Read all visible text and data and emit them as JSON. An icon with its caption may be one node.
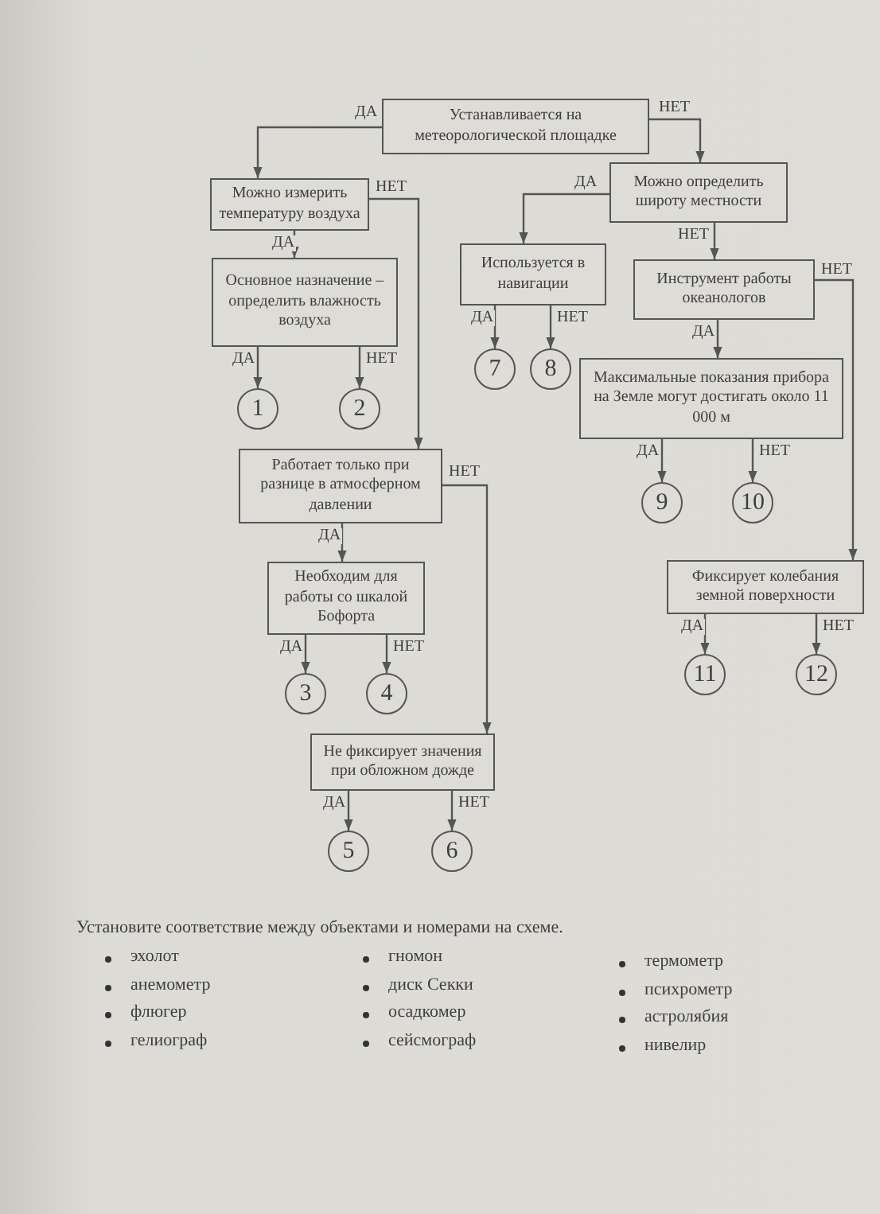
{
  "diagram": {
    "nodes": [
      {
        "text": [
          "Устанавливается на метеорологической площадке"
        ]
      },
      {
        "text": [
          "Можно измерить температуру воздуха"
        ]
      },
      {
        "text": [
          "Основное назначение – определить влажность воздуха"
        ]
      },
      {
        "text": [
          "1"
        ]
      },
      {
        "text": [
          "2"
        ]
      },
      {
        "text": [
          "Работает только при разнице в атмосферном давлении"
        ]
      },
      {
        "text": [
          "Необходим для работы со шкалой Бофорта"
        ]
      },
      {
        "text": [
          "3"
        ]
      },
      {
        "text": [
          "4"
        ]
      },
      {
        "text": [
          "Не фиксирует значения при обложном дожде"
        ]
      },
      {
        "text": [
          "5"
        ]
      },
      {
        "text": [
          "6"
        ]
      },
      {
        "text": [
          "Можно определить широту местности"
        ]
      },
      {
        "text": [
          "Используется в навигации"
        ]
      },
      {
        "text": [
          "7"
        ]
      },
      {
        "text": [
          "8"
        ]
      },
      {
        "text": [
          "Инструмент работы океанологов"
        ]
      },
      {
        "text": [
          "Максимальные показания прибора на Земле могут достигать около 11 000 м"
        ]
      },
      {
        "text": [
          "9"
        ]
      },
      {
        "text": [
          "10"
        ]
      },
      {
        "text": [
          "Фиксирует колебания земной поверхности"
        ]
      },
      {
        "text": [
          "11"
        ]
      },
      {
        "text": [
          "12"
        ]
      }
    ],
    "edges": [
      {
        "from": 0,
        "to": 1,
        "arrow": "to",
        "label": "ДА"
      },
      {
        "from": 0,
        "to": 12,
        "arrow": "to",
        "label": "НЕТ"
      },
      {
        "from": 1,
        "to": 2,
        "arrow": "to",
        "label": "ДА"
      },
      {
        "from": 1,
        "to": 5,
        "arrow": "to",
        "label": "НЕТ"
      },
      {
        "from": 2,
        "to": 3,
        "arrow": "to",
        "label": "ДА"
      },
      {
        "from": 2,
        "to": 4,
        "arrow": "to",
        "label": "НЕТ"
      },
      {
        "from": 5,
        "to": 6,
        "arrow": "to",
        "label": "ДА"
      },
      {
        "from": 5,
        "to": 9,
        "arrow": "to",
        "label": "НЕТ"
      },
      {
        "from": 6,
        "to": 7,
        "arrow": "to",
        "label": "ДА"
      },
      {
        "from": 6,
        "to": 8,
        "arrow": "to",
        "label": "НЕТ"
      },
      {
        "from": 9,
        "to": 10,
        "arrow": "to",
        "label": "ДА"
      },
      {
        "from": 9,
        "to": 11,
        "arrow": "to",
        "label": "НЕТ"
      },
      {
        "from": 12,
        "to": 13,
        "arrow": "to",
        "label": "ДА"
      },
      {
        "from": 12,
        "to": 16,
        "arrow": "to",
        "label": "НЕТ"
      },
      {
        "from": 13,
        "to": 14,
        "arrow": "to",
        "label": "ДА"
      },
      {
        "from": 13,
        "to": 15,
        "arrow": "to",
        "label": "НЕТ"
      },
      {
        "from": 16,
        "to": 17,
        "arrow": "to",
        "label": "ДА"
      },
      {
        "from": 16,
        "to": 20,
        "arrow": "to",
        "label": "НЕТ"
      },
      {
        "from": 17,
        "to": 18,
        "arrow": "to",
        "label": "ДА"
      },
      {
        "from": 17,
        "to": 19,
        "arrow": "to",
        "label": "НЕТ"
      },
      {
        "from": 20,
        "to": 21,
        "arrow": "to",
        "label": "ДА"
      },
      {
        "from": 20,
        "to": 22,
        "arrow": "to",
        "label": "НЕТ"
      }
    ],
    "labels": [
      "Установите соответствие между объектами и номерами на схеме.",
      "эхолот",
      "гномон",
      "термометр",
      "анемометр",
      "диск Секки",
      "психрометр",
      "флюгер",
      "осадкомер",
      "астролябия",
      "гелиограф",
      "сейсмограф",
      "нивелир"
    ]
  }
}
